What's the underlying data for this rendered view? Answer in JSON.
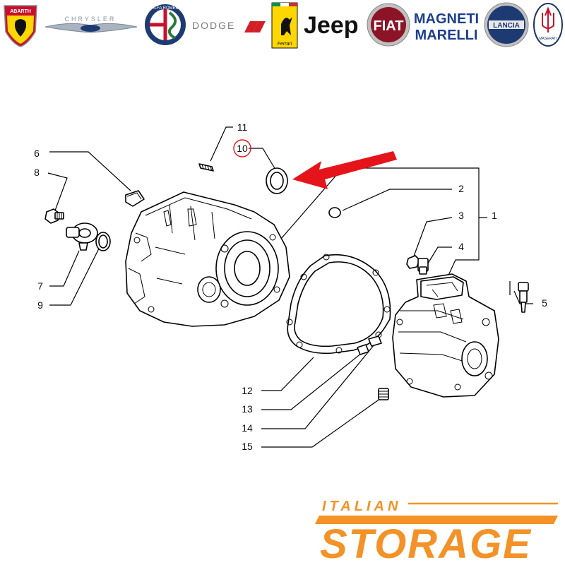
{
  "brands": [
    {
      "name": "ABARTH"
    },
    {
      "name": "CHRYSLER"
    },
    {
      "name": "ALFA ROMEO"
    },
    {
      "name": "DODGE"
    },
    {
      "name": "Ferrari"
    },
    {
      "name": "Jeep"
    },
    {
      "name": "FIAT"
    },
    {
      "name": "MAGNETI"
    },
    {
      "name": "MARELLI"
    },
    {
      "name": "LANCIA"
    },
    {
      "name": "MASERATI"
    }
  ],
  "callouts": [
    "1",
    "2",
    "3",
    "4",
    "5",
    "6",
    "7",
    "8",
    "9",
    "10",
    "11",
    "12",
    "13",
    "14",
    "15"
  ],
  "highlight": {
    "part": "10",
    "color": "#e5141b"
  },
  "store_logo": {
    "line1": "ITALIAN",
    "line2": "STORAGE",
    "color": "#f39226"
  },
  "colors": {
    "abarth_red": "#c8102e",
    "alfa_red": "#c8102e",
    "dodge_red": "#d31f26",
    "ferrari_yellow": "#ffd700",
    "fiat_red": "#8b1526",
    "magneti_blue": "#1d3e8e",
    "lancia_blue": "#1e3a73",
    "maserati_blue": "#1d3560"
  }
}
